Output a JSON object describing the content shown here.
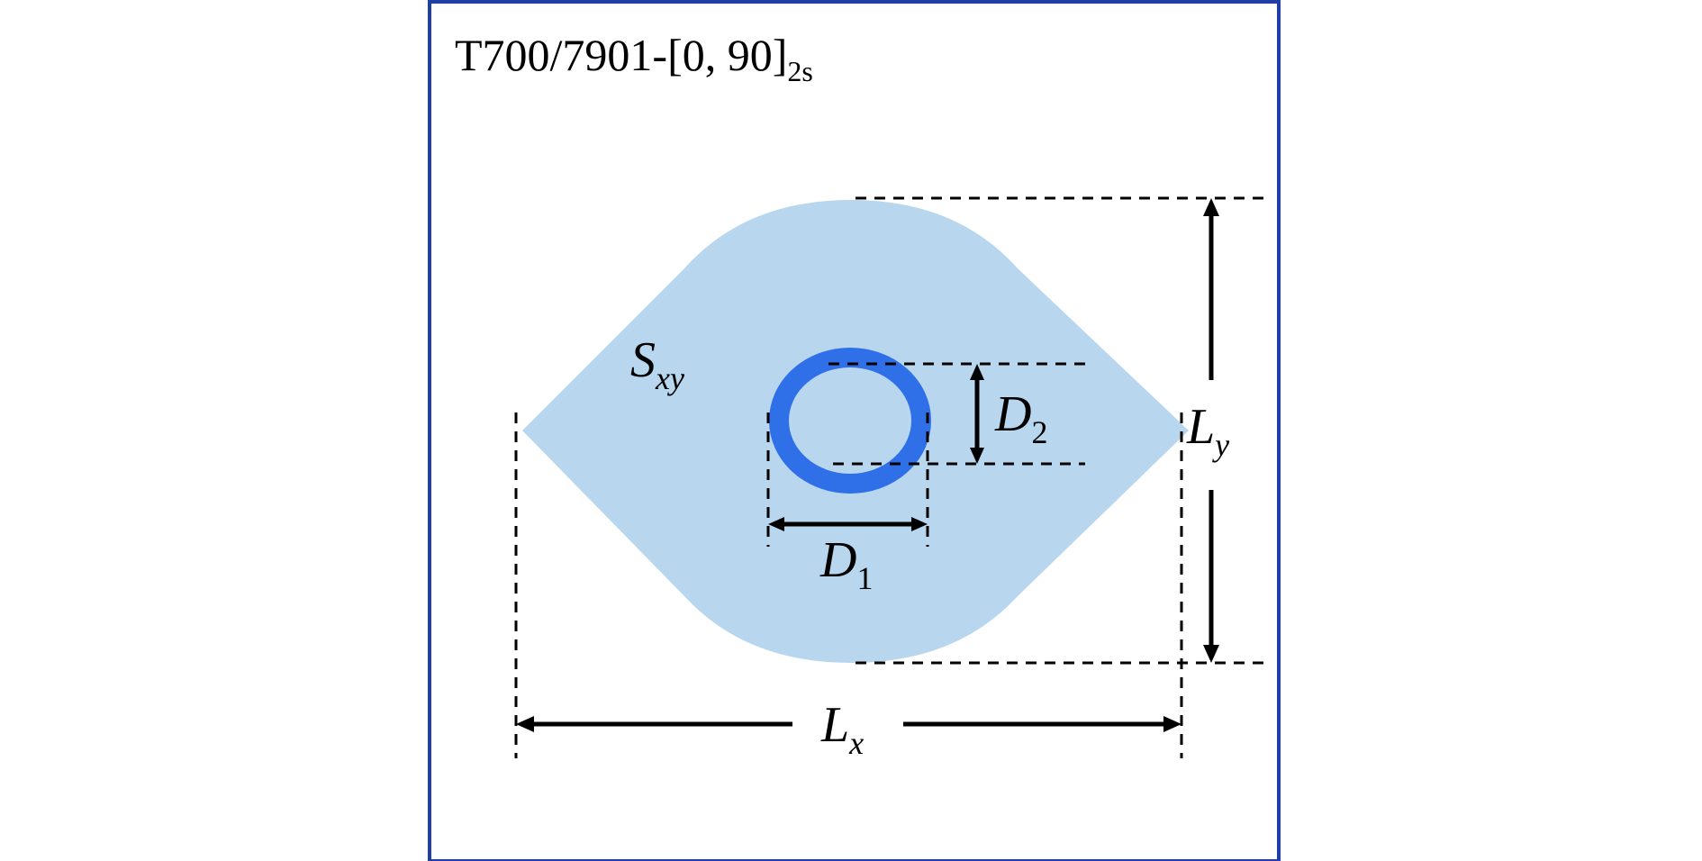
{
  "title": {
    "main": "T700/7901-[0, 90]",
    "subscript": "2s"
  },
  "labels": {
    "damage_area": {
      "main": "S",
      "sub": "xy"
    },
    "d1": {
      "main": "D",
      "sub": "1"
    },
    "d2": {
      "main": "D",
      "sub": "2"
    },
    "lx": {
      "main": "L",
      "sub": "x"
    },
    "ly": {
      "main": "L",
      "sub": "y"
    }
  },
  "colors": {
    "frame": "#1f3fa6",
    "damage_fill": "#b8d7ef",
    "hole_ring": "#2f6fe8",
    "dimension": "#000000",
    "background": "#ffffff"
  }
}
